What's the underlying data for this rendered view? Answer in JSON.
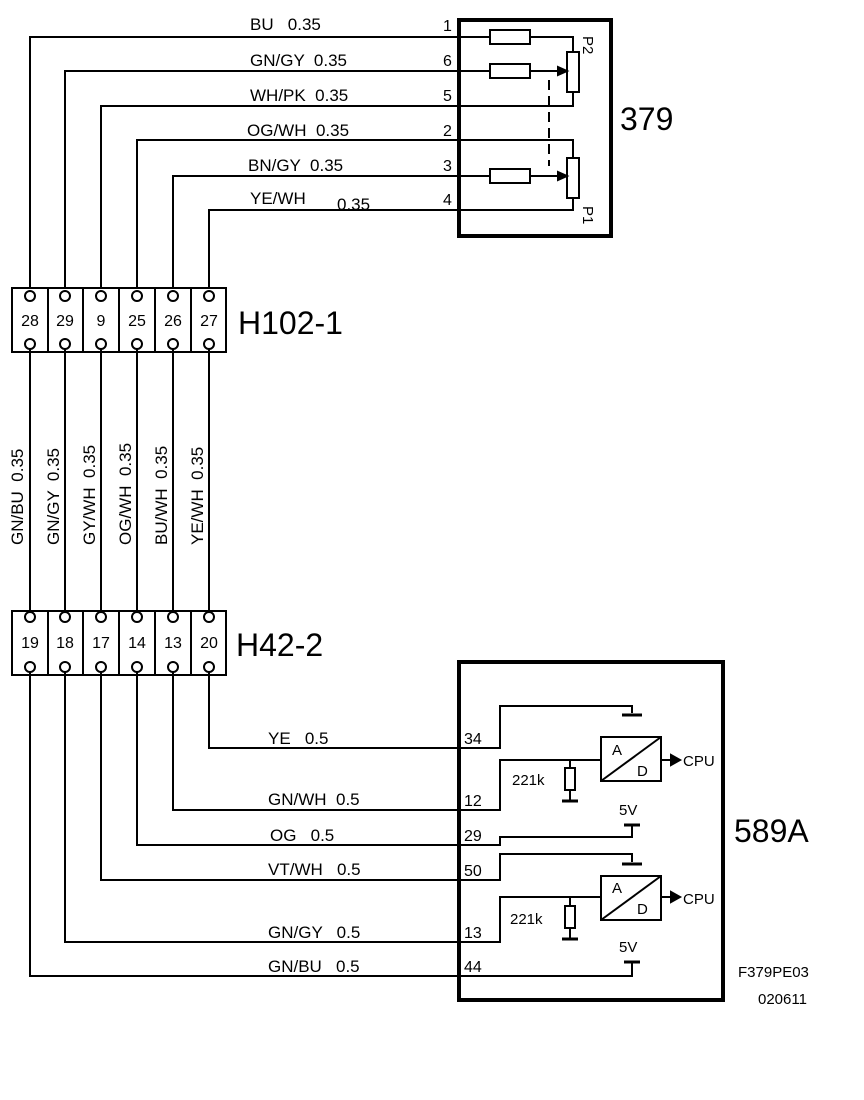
{
  "components": {
    "sensor": {
      "id": "379",
      "p2_label": "P2",
      "p1_label": "P1"
    },
    "connector_top": {
      "id": "H102-1",
      "pins": [
        "28",
        "29",
        "9",
        "25",
        "26",
        "27"
      ]
    },
    "connector_bottom": {
      "id": "H42-2",
      "pins": [
        "19",
        "18",
        "17",
        "14",
        "13",
        "20"
      ]
    },
    "ecu": {
      "id": "589A",
      "cpu_label": "CPU",
      "ad_a": "A",
      "ad_d": "D",
      "resistor": "221k",
      "supply": "5V"
    }
  },
  "top_wires": [
    {
      "label": "BU   0.35",
      "pin": "1"
    },
    {
      "label": "GN/GY  0.35",
      "pin": "6"
    },
    {
      "label": "WH/PK  0.35",
      "pin": "5"
    },
    {
      "label": "OG/WH  0.35",
      "pin": "2"
    },
    {
      "label": "BN/GY  0.35",
      "pin": "3"
    },
    {
      "label": "YE/WH",
      "label2": "0.35",
      "pin": "4"
    }
  ],
  "middle_wires": [
    {
      "label": "GN/BU  0.35"
    },
    {
      "label": "GN/GY  0.35"
    },
    {
      "label": "GY/WH  0.35"
    },
    {
      "label": "OG/WH  0.35"
    },
    {
      "label": "BU/WH  0.35"
    },
    {
      "label": "YE/WH  0.35"
    }
  ],
  "bottom_wires": [
    {
      "label": "YE   0.5",
      "pin": "34"
    },
    {
      "label": "GN/WH  0.5",
      "pin": "12"
    },
    {
      "label": "OG   0.5",
      "pin": "29"
    },
    {
      "label": "VT/WH   0.5",
      "pin": "50"
    },
    {
      "label": "GN/GY   0.5",
      "pin": "13"
    },
    {
      "label": "GN/BU   0.5",
      "pin": "44"
    }
  ],
  "footer": {
    "code": "F379PE03",
    "date": "020611"
  }
}
